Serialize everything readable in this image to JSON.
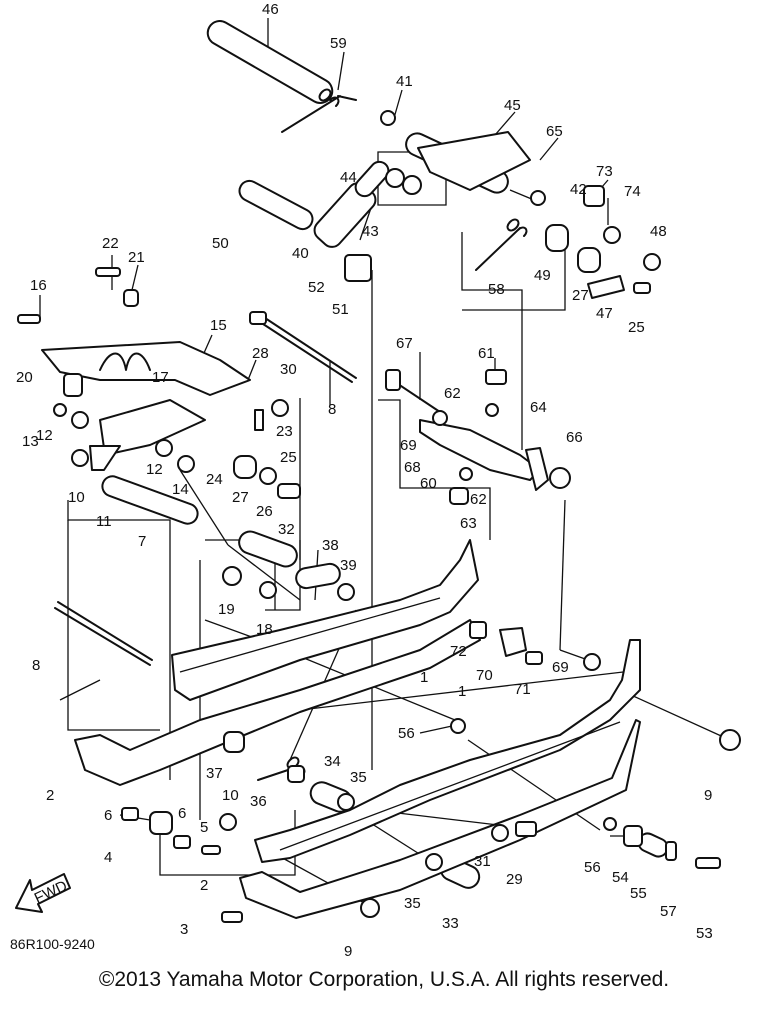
{
  "diagram": {
    "part_numbers": [
      "1",
      "1",
      "2",
      "2",
      "3",
      "4",
      "5",
      "6",
      "6",
      "7",
      "8",
      "8",
      "9",
      "9",
      "10",
      "10",
      "11",
      "12",
      "12",
      "13",
      "14",
      "15",
      "16",
      "17",
      "18",
      "19",
      "20",
      "21",
      "22",
      "23",
      "24",
      "25",
      "25",
      "26",
      "27",
      "27",
      "28",
      "29",
      "30",
      "31",
      "32",
      "33",
      "34",
      "35",
      "35",
      "36",
      "37",
      "38",
      "39",
      "40",
      "41",
      "42",
      "43",
      "44",
      "45",
      "46",
      "47",
      "48",
      "49",
      "50",
      "51",
      "52",
      "53",
      "54",
      "55",
      "56",
      "56",
      "57",
      "58",
      "59",
      "60",
      "61",
      "62",
      "62",
      "63",
      "64",
      "65",
      "66",
      "67",
      "68",
      "69",
      "69",
      "70",
      "71",
      "72",
      "73",
      "74"
    ],
    "fwd_label": "FWD",
    "code": "86R100-9240"
  },
  "footer": {
    "copyright": "©2013 Yamaha Motor Corporation, U.S.A. All rights reserved."
  }
}
